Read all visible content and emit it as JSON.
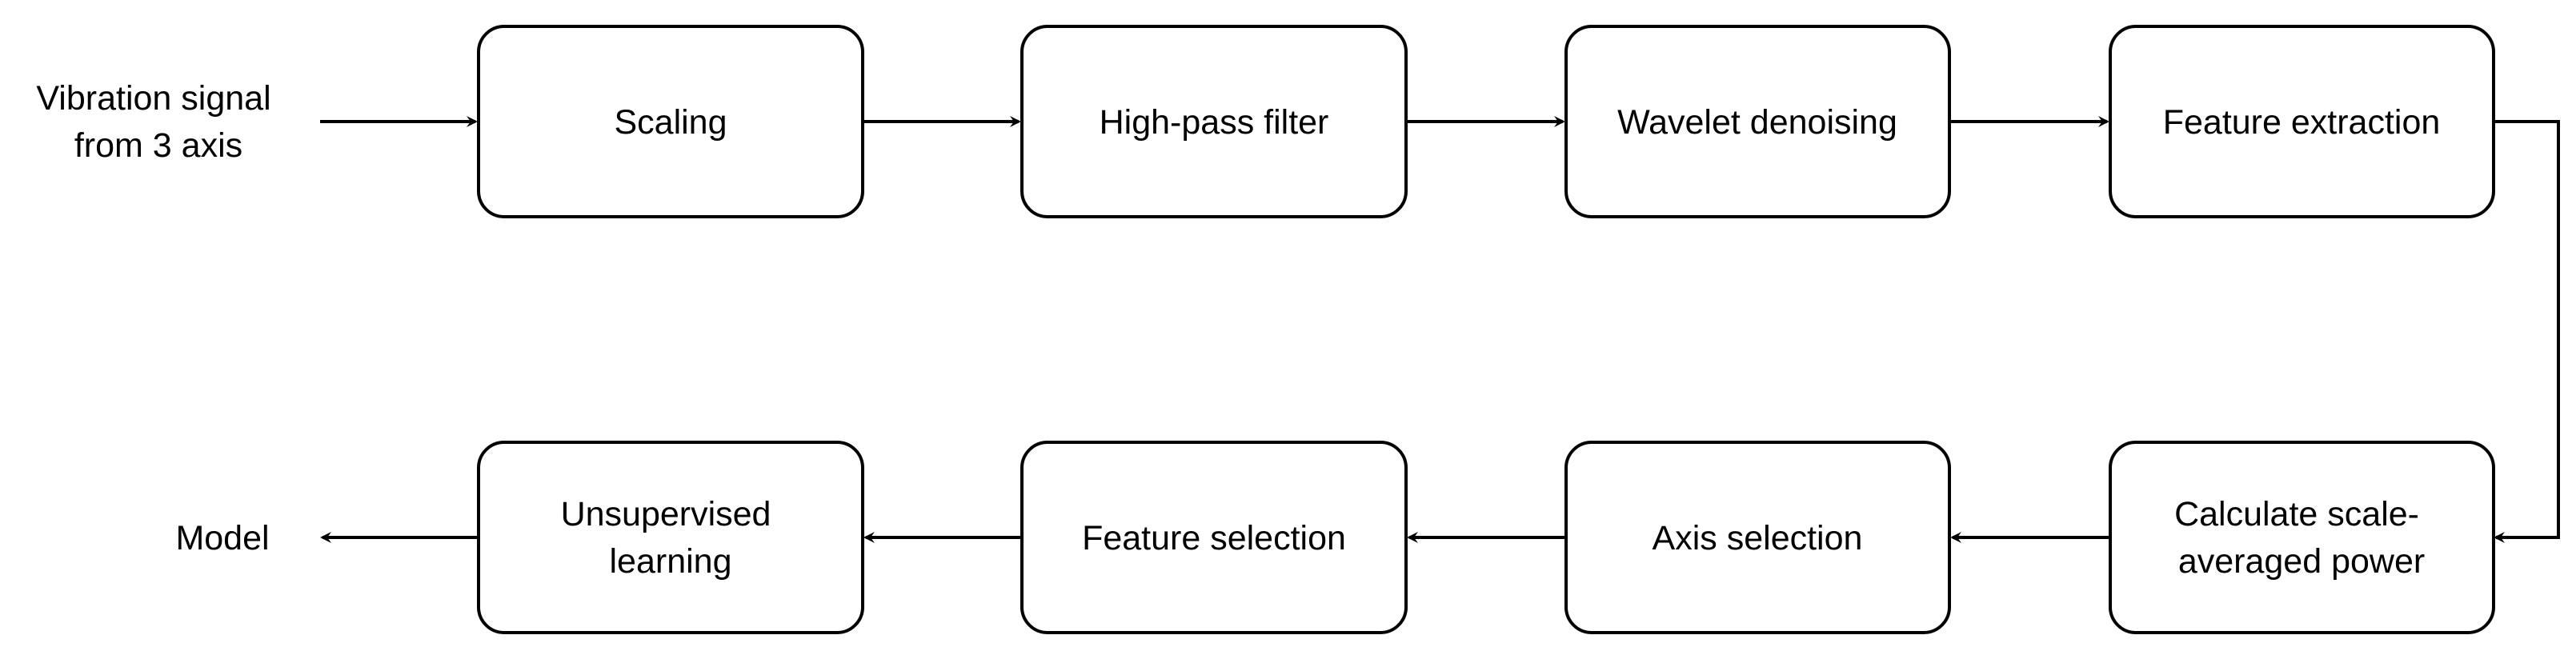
{
  "diagram": {
    "input_label": [
      "Vibration signal",
      "from 3 axis"
    ],
    "output_label": "Model",
    "nodes": [
      {
        "id": "scaling",
        "lines": [
          "Scaling"
        ]
      },
      {
        "id": "high-pass-filter",
        "lines": [
          "High-pass filter"
        ]
      },
      {
        "id": "wavelet-denoising",
        "lines": [
          "Wavelet denoising"
        ]
      },
      {
        "id": "feature-extraction",
        "lines": [
          "Feature extraction"
        ]
      },
      {
        "id": "calculate-scale-averaged-power",
        "lines": [
          "Calculate scale-",
          "averaged power"
        ]
      },
      {
        "id": "axis-selection",
        "lines": [
          "Axis selection"
        ]
      },
      {
        "id": "feature-selection",
        "lines": [
          "Feature selection"
        ]
      },
      {
        "id": "unsupervised-learning",
        "lines": [
          "Unsupervised",
          "learning"
        ]
      }
    ],
    "edges": [
      {
        "from": "input",
        "to": "scaling"
      },
      {
        "from": "scaling",
        "to": "high-pass-filter"
      },
      {
        "from": "high-pass-filter",
        "to": "wavelet-denoising"
      },
      {
        "from": "wavelet-denoising",
        "to": "feature-extraction"
      },
      {
        "from": "feature-extraction",
        "to": "calculate-scale-averaged-power"
      },
      {
        "from": "calculate-scale-averaged-power",
        "to": "axis-selection"
      },
      {
        "from": "axis-selection",
        "to": "feature-selection"
      },
      {
        "from": "feature-selection",
        "to": "unsupervised-learning"
      },
      {
        "from": "unsupervised-learning",
        "to": "output"
      }
    ]
  }
}
